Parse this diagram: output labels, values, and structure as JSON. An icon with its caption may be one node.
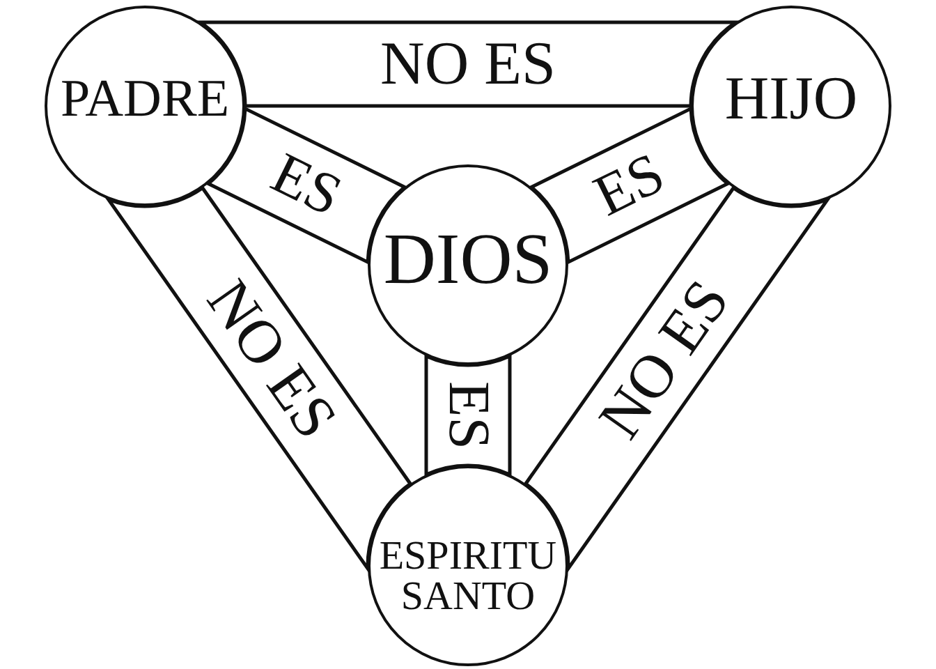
{
  "diagram": {
    "nodes": [
      {
        "text": [
          "PADRE"
        ]
      },
      {
        "text": [
          "HIJO"
        ]
      },
      {
        "text": [
          "DIOS"
        ]
      },
      {
        "text": [
          "ESPIRITU SANTO"
        ]
      }
    ],
    "edges": [
      {
        "from": 0,
        "to": 1,
        "arrow": "none",
        "label": "NO ES"
      },
      {
        "from": 0,
        "to": 2,
        "arrow": "none",
        "label": "ES"
      },
      {
        "from": 1,
        "to": 2,
        "arrow": "none",
        "label": "ES"
      },
      {
        "from": 2,
        "to": 3,
        "arrow": "none",
        "label": "ES"
      },
      {
        "from": 0,
        "to": 3,
        "arrow": "none",
        "label": "NO ES"
      },
      {
        "from": 1,
        "to": 3,
        "arrow": "none",
        "label": "NO ES"
      }
    ]
  }
}
